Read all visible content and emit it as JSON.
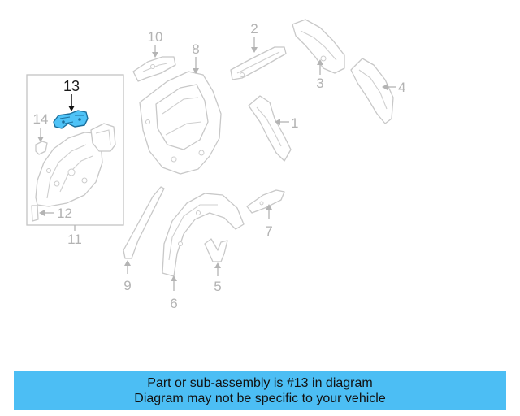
{
  "diagram": {
    "callouts": {
      "p1": "1",
      "p2": "2",
      "p3": "3",
      "p4": "4",
      "p5": "5",
      "p6": "6",
      "p7": "7",
      "p8": "8",
      "p9": "9",
      "p10": "10",
      "p11": "11",
      "p12": "12",
      "p13": "13",
      "p14": "14"
    },
    "highlighted_part": "13",
    "highlight_color": "#4fc3f7",
    "line_color": "#c8c8c8"
  },
  "banner": {
    "line1": "Part or sub-assembly is #13 in diagram",
    "line2": "Diagram may not be specific to your vehicle",
    "background": "#4cbef4"
  }
}
